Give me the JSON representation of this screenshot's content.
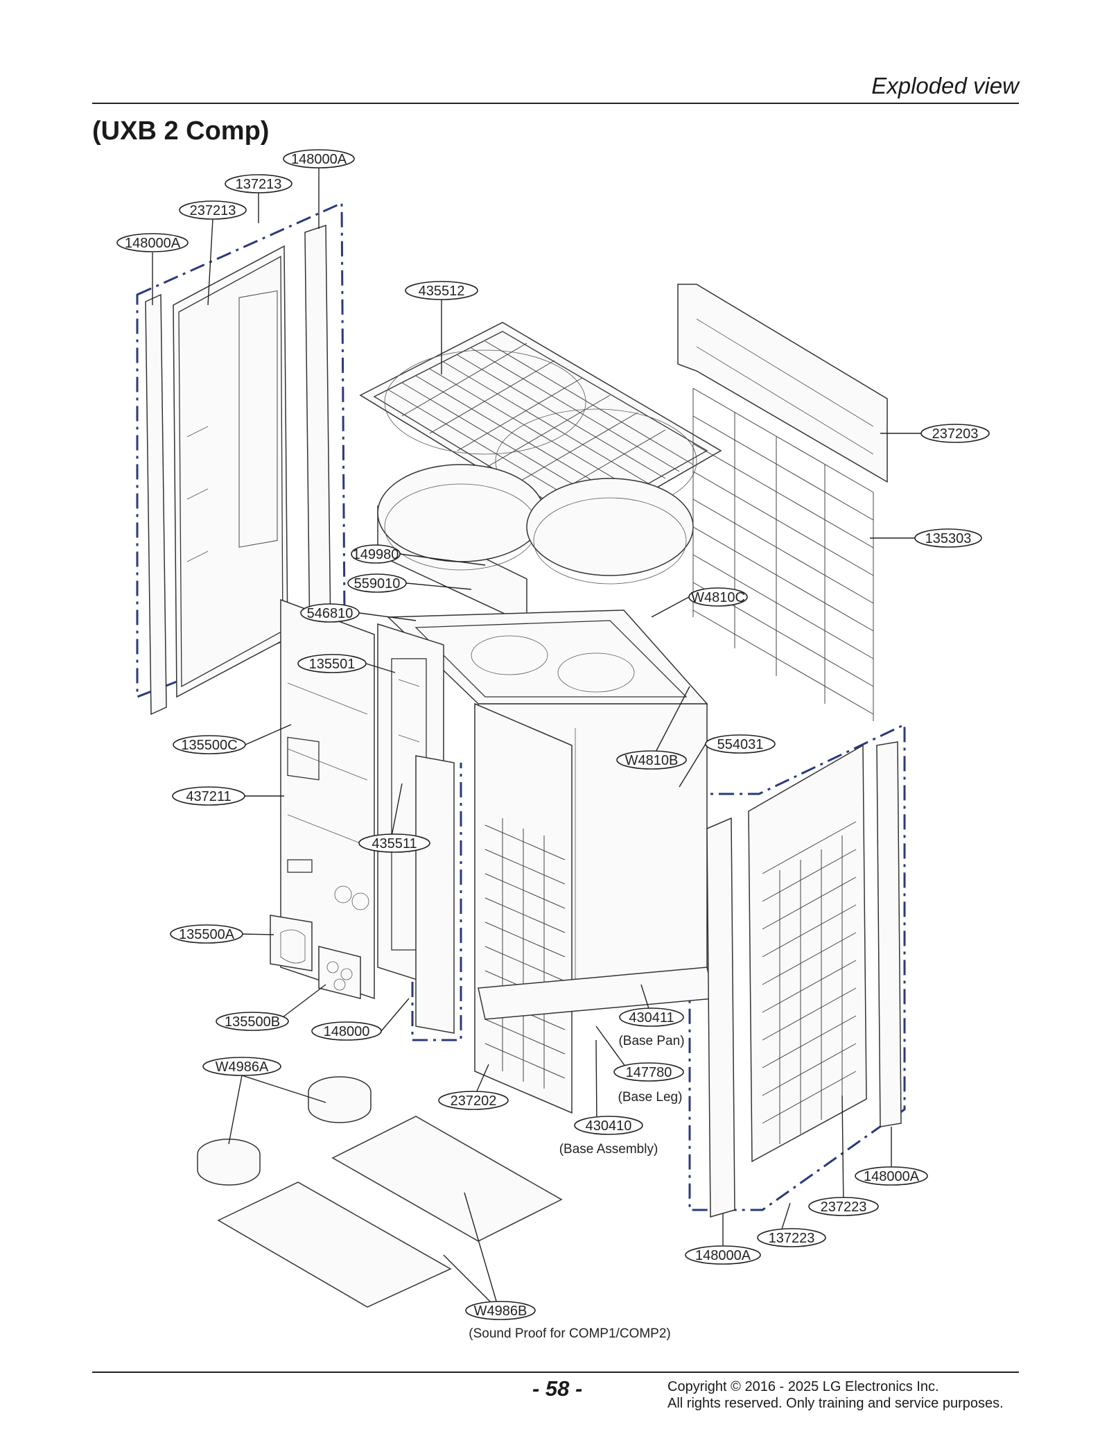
{
  "header": {
    "title": "Exploded view"
  },
  "section_title": "(UXB 2 Comp)",
  "callouts": {
    "c148000A_top": "148000A",
    "c137213": "137213",
    "c237213": "237213",
    "c148000A_left": "148000A",
    "c435512": "435512",
    "c237203": "237203",
    "c135303": "135303",
    "c149980": "149980",
    "c559010": "559010",
    "cW4810C": "W4810C",
    "c546810": "546810",
    "c135501": "135501",
    "c554031": "554031",
    "cW4810B": "W4810B",
    "c135500C": "135500C",
    "c437211": "437211",
    "c435511": "435511",
    "c135500A": "135500A",
    "c430411": "430411",
    "c135500B": "135500B",
    "c148000": "148000",
    "cW4986A": "W4986A",
    "c147780": "147780",
    "c237202": "237202",
    "c430410": "430410",
    "c148000A_right": "148000A",
    "c237223": "237223",
    "c137223": "137223",
    "c148000A_bottom": "148000A",
    "cW4986B": "W4986B"
  },
  "captions": {
    "base_pan": "(Base Pan)",
    "base_leg": "(Base Leg)",
    "base_assembly": "(Base Assembly)",
    "sound_proof": "(Sound Proof for COMP1/COMP2)"
  },
  "footer": {
    "page_number": "- 58 -",
    "copyright_line1": "Copyright © 2016 - 2025 LG Electronics Inc.",
    "copyright_line2": "All rights reserved. Only training and service purposes."
  }
}
